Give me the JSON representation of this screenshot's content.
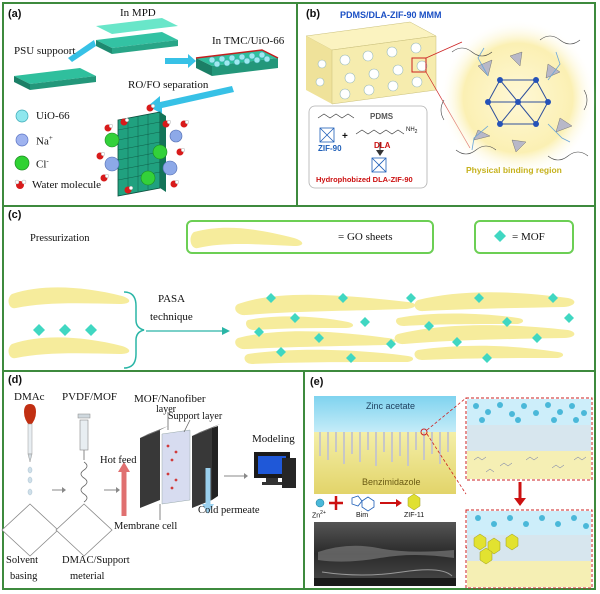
{
  "colors": {
    "border": "#3d8a3d",
    "mof": "#40d7c2",
    "go_sheet": "#f6ec9c",
    "dla_red": "#cc1111",
    "pdms_blue": "#1a4fc4",
    "zif_blue": "#1f5fb8",
    "arrow_blue": "#37c1e6"
  },
  "panel_a": {
    "label": "(a)",
    "in_mpd": "In MPD",
    "psu_support": "PSU suppoort",
    "in_tmc": "In TMC/UiO-66",
    "ro_fo": "RO/FO separation",
    "legend": [
      "UiO-66",
      "Na",
      "Cl",
      "Water molecule"
    ],
    "na_sup": "+",
    "cl_sup": "-"
  },
  "panel_b": {
    "label": "(b)",
    "title": "PDMS/DLA-ZIF-90 MMM",
    "pdms": "PDMS",
    "zif90": "ZIF-90",
    "plus": "+",
    "dla": "DLA",
    "nh2": "NH",
    "hydrophobized": "Hydrophobized DLA-ZIF-90",
    "binding_region": "Physical binding region"
  },
  "panel_c": {
    "label": "(c)",
    "pressurization": "Pressurization",
    "go_label": "= GO sheets",
    "mof_label": "= MOF",
    "pasa": "PASA",
    "technique": "technique"
  },
  "panel_d": {
    "label": "(d)",
    "dmac": "DMAc",
    "pvdf_mof": "PVDF/MOF",
    "mof_nanofiber": "MOF/Nanofiber",
    "layer": "layer",
    "support_layer": "Support layer",
    "modeling": "Modeling",
    "hot_feed": "Hot feed",
    "cold_permeate": "Cold permeate",
    "membrane_cell": "Membrane cell",
    "solvent": "Solvent",
    "basing": "basing",
    "dmac_support": "DMAC/Support",
    "meterial": "meterial"
  },
  "panel_e": {
    "label": "(e)",
    "zinc_acetate": "Zinc acetate",
    "benzimidazole": "Benzimidazole",
    "zn": "Zn",
    "zn_sup": "2+",
    "bim": "Bim",
    "zif11": "ZIF-11"
  }
}
